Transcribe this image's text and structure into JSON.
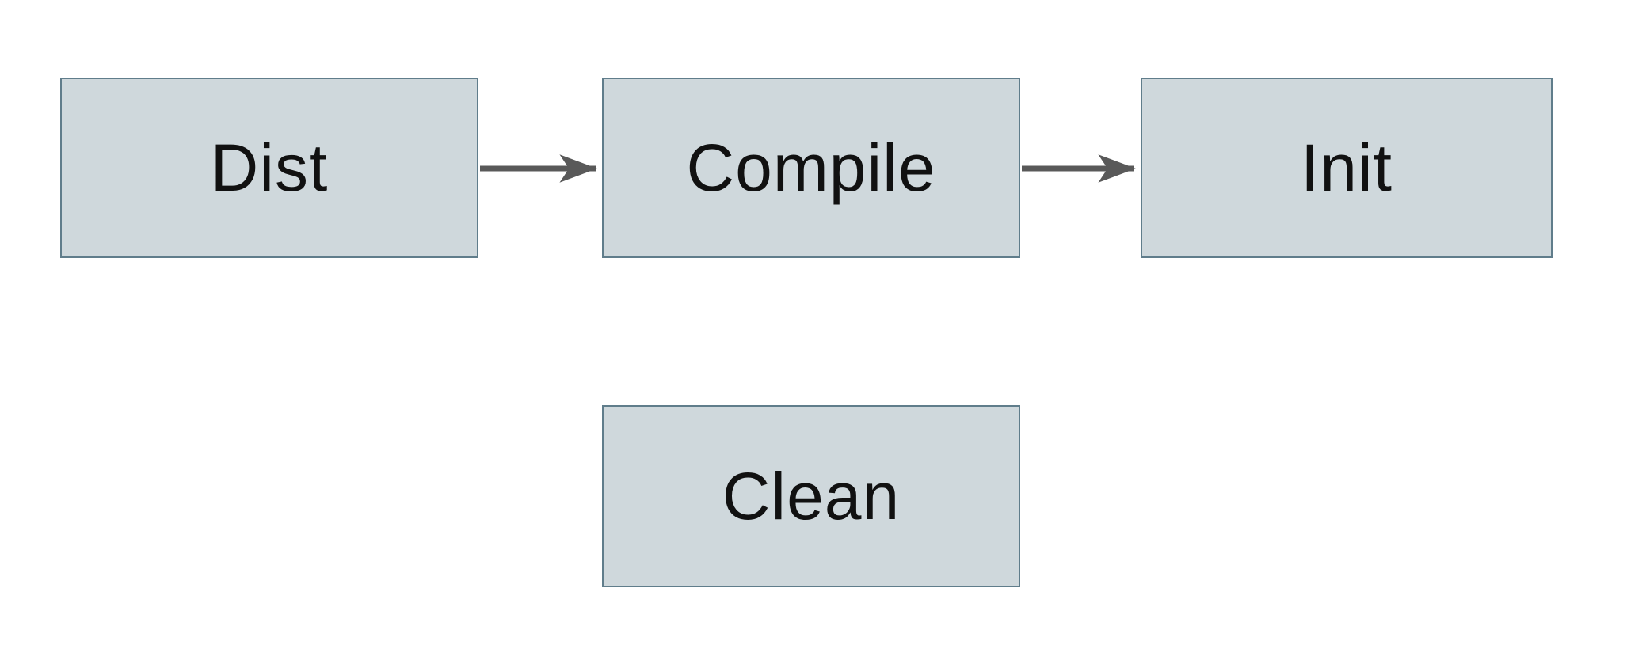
{
  "diagram": {
    "type": "flowchart",
    "colors": {
      "canvas_bg": "#ffffff",
      "node_fill": "#cfd8dc",
      "node_border": "#607d8b",
      "arrow_color": "#595959",
      "text_color": "#111111"
    },
    "nodes": [
      {
        "id": "dist",
        "label": "Dist"
      },
      {
        "id": "compile",
        "label": "Compile"
      },
      {
        "id": "init",
        "label": "Init"
      },
      {
        "id": "clean",
        "label": "Clean"
      }
    ],
    "edges": [
      {
        "from": "Dist",
        "to": "Compile",
        "style": "arrow"
      },
      {
        "from": "Compile",
        "to": "Init",
        "style": "arrow"
      }
    ]
  }
}
